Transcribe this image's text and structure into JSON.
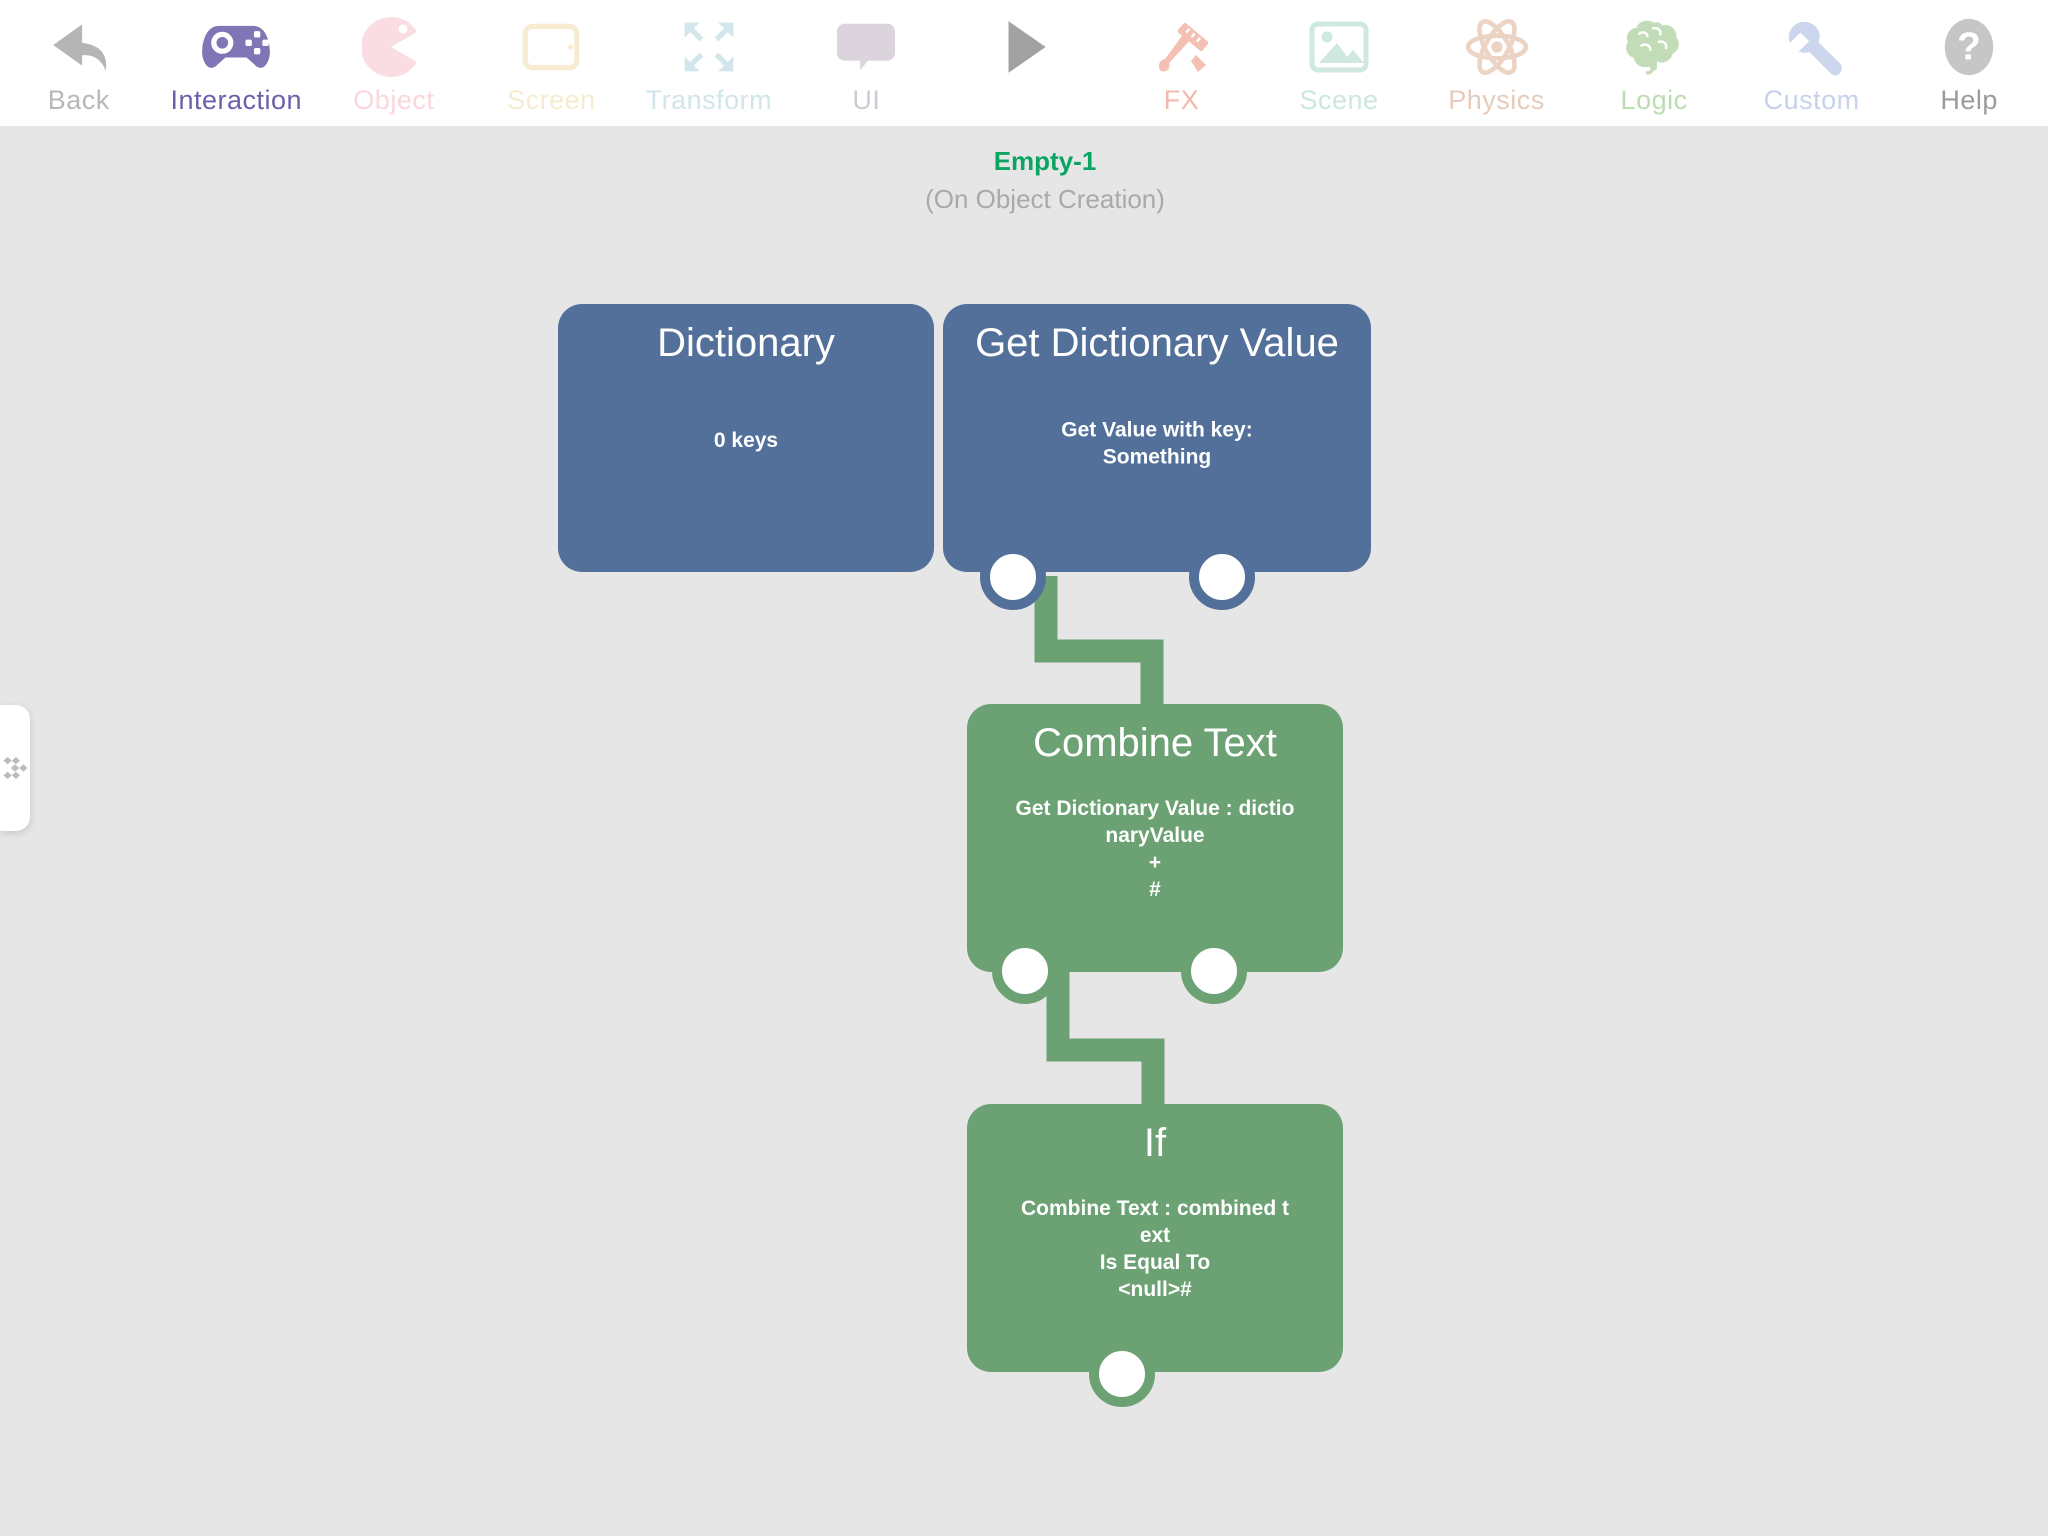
{
  "toolbar": {
    "items": [
      {
        "label": "Back",
        "name": "back",
        "icon": "back-arrow-icon",
        "color": "#b5b5b5",
        "active": false
      },
      {
        "label": "Interaction",
        "name": "interaction",
        "icon": "gamepad-icon",
        "color": "#8176b5",
        "active": true
      },
      {
        "label": "Object",
        "name": "object",
        "icon": "pacman-icon",
        "color": "#fadde2",
        "active": false
      },
      {
        "label": "Screen",
        "name": "screen",
        "icon": "tablet-icon",
        "color": "#f7ecd2",
        "active": false
      },
      {
        "label": "Transform",
        "name": "transform",
        "icon": "expand-arrows-icon",
        "color": "#d3e6ec",
        "active": false
      },
      {
        "label": "UI",
        "name": "ui",
        "icon": "speech-bubble-icon",
        "color": "#dcd4dd",
        "active": false
      },
      {
        "label": "",
        "name": "play",
        "icon": "play-icon",
        "color": "#a2a2a2",
        "active": false
      },
      {
        "label": "FX",
        "name": "fx",
        "icon": "art-tools-icon",
        "color": "#f4c0b4",
        "active": false
      },
      {
        "label": "Scene",
        "name": "scene",
        "icon": "picture-icon",
        "color": "#cfe9e2",
        "active": false
      },
      {
        "label": "Physics",
        "name": "physics",
        "icon": "atom-icon",
        "color": "#ecd4c5",
        "active": false
      },
      {
        "label": "Logic",
        "name": "logic",
        "icon": "brain-icon",
        "color": "#c2dcb8",
        "active": false
      },
      {
        "label": "Custom",
        "name": "custom",
        "icon": "wrench-icon",
        "color": "#ccd6ec",
        "active": false
      },
      {
        "label": "Help",
        "name": "help",
        "icon": "question-icon",
        "color": "#c6c6c6",
        "active": false
      }
    ]
  },
  "canvas": {
    "title": "Empty-1",
    "subtitle": "(On Object Creation)",
    "nodes": {
      "dictionary": {
        "title": "Dictionary",
        "body": "0 keys"
      },
      "get_dictionary_value": {
        "title": "Get Dictionary Value",
        "body": "Get Value with key:\nSomething"
      },
      "combine_text": {
        "title": "Combine Text",
        "body": "Get Dictionary Value : dictio\nnaryValue\n+\n#"
      },
      "if": {
        "title": "If",
        "body": "Combine Text : combined t\next\nIs Equal To\n<null>#"
      }
    }
  },
  "colors": {
    "node_blue": "#53709a",
    "node_green": "#6ba173",
    "wire_green": "#6ba173",
    "title_green": "#0aa562",
    "subtitle_gray": "#a9a9a9",
    "canvas_bg": "#e6e6e6",
    "toolbar_bg": "#ffffff"
  }
}
